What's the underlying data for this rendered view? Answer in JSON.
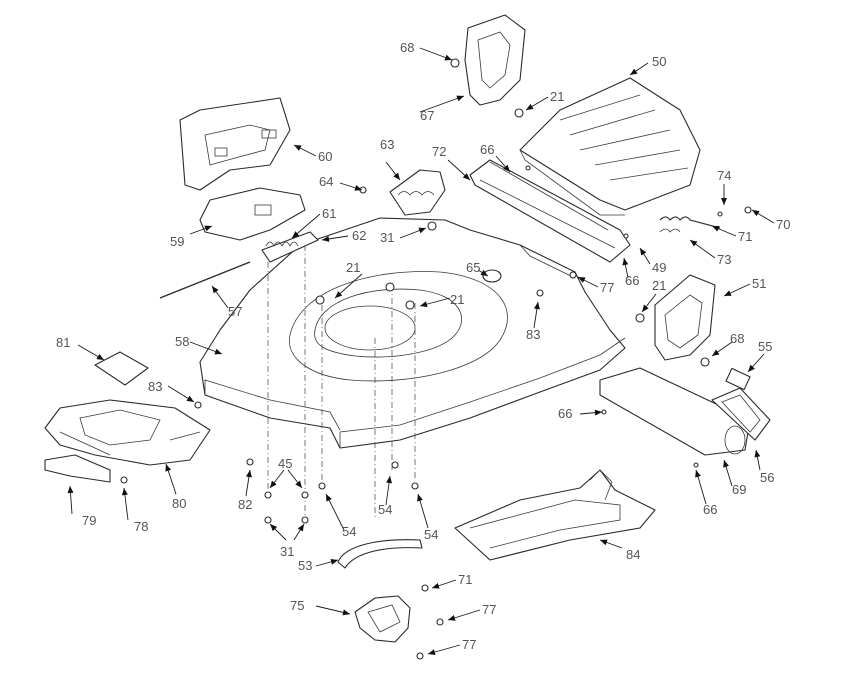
{
  "diagram": {
    "parts": [
      {
        "id": "p50",
        "label": "50"
      },
      {
        "id": "p67",
        "label": "67"
      },
      {
        "id": "p68a",
        "label": "68"
      },
      {
        "id": "p21a",
        "label": "21"
      },
      {
        "id": "p60",
        "label": "60"
      },
      {
        "id": "p63",
        "label": "63"
      },
      {
        "id": "p64",
        "label": "64"
      },
      {
        "id": "p72",
        "label": "72"
      },
      {
        "id": "p66a",
        "label": "66"
      },
      {
        "id": "p74",
        "label": "74"
      },
      {
        "id": "p70",
        "label": "70"
      },
      {
        "id": "p71a",
        "label": "71"
      },
      {
        "id": "p73",
        "label": "73"
      },
      {
        "id": "p59",
        "label": "59"
      },
      {
        "id": "p61",
        "label": "61"
      },
      {
        "id": "p62",
        "label": "62"
      },
      {
        "id": "p31a",
        "label": "31"
      },
      {
        "id": "p49",
        "label": "49"
      },
      {
        "id": "p66b",
        "label": "66"
      },
      {
        "id": "p65",
        "label": "65"
      },
      {
        "id": "p21b",
        "label": "21"
      },
      {
        "id": "p21c",
        "label": "21"
      },
      {
        "id": "p77a",
        "label": "77"
      },
      {
        "id": "p21d",
        "label": "21"
      },
      {
        "id": "p51",
        "label": "51"
      },
      {
        "id": "p57",
        "label": "57"
      },
      {
        "id": "p83a",
        "label": "83"
      },
      {
        "id": "p58",
        "label": "58"
      },
      {
        "id": "p81",
        "label": "81"
      },
      {
        "id": "p68b",
        "label": "68"
      },
      {
        "id": "p55",
        "label": "55"
      },
      {
        "id": "p83b",
        "label": "83"
      },
      {
        "id": "p66c",
        "label": "66"
      },
      {
        "id": "p56",
        "label": "56"
      },
      {
        "id": "p69",
        "label": "69"
      },
      {
        "id": "p66d",
        "label": "66"
      },
      {
        "id": "p45",
        "label": "45"
      },
      {
        "id": "p82",
        "label": "82"
      },
      {
        "id": "p80",
        "label": "80"
      },
      {
        "id": "p79",
        "label": "79"
      },
      {
        "id": "p78",
        "label": "78"
      },
      {
        "id": "p54a",
        "label": "54"
      },
      {
        "id": "p54b",
        "label": "54"
      },
      {
        "id": "p54c",
        "label": "54"
      },
      {
        "id": "p31b",
        "label": "31"
      },
      {
        "id": "p84",
        "label": "84"
      },
      {
        "id": "p53",
        "label": "53"
      },
      {
        "id": "p71b",
        "label": "71"
      },
      {
        "id": "p75",
        "label": "75"
      },
      {
        "id": "p77b",
        "label": "77"
      },
      {
        "id": "p77c",
        "label": "77"
      }
    ]
  }
}
